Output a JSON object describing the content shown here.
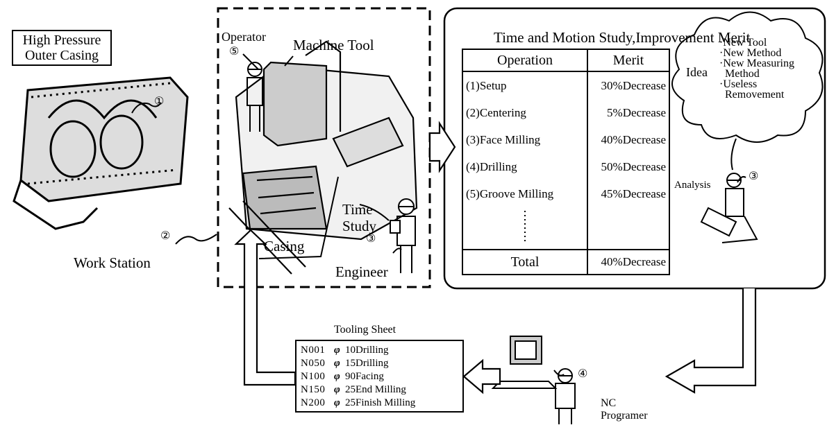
{
  "casing_title": [
    "High Pressure",
    "Outer Casing"
  ],
  "work_station": "Work Station",
  "machine": {
    "operator": "Operator",
    "machine_tool": "Machine Tool",
    "casing": "Casing",
    "time_study": [
      "Time",
      "Study"
    ],
    "engineer": "Engineer"
  },
  "study": {
    "title": "Time and Motion Study,Improvement Merit",
    "headers": [
      "Operation",
      "Merit"
    ],
    "rows": [
      {
        "op": "(1)Setup",
        "merit": "30%Decrease"
      },
      {
        "op": "(2)Centering",
        "merit": "5%Decrease"
      },
      {
        "op": "(3)Face Milling",
        "merit": "40%Decrease"
      },
      {
        "op": "(4)Drilling",
        "merit": "50%Decrease"
      },
      {
        "op": "(5)Groove Milling",
        "merit": "45%Decrease"
      }
    ],
    "total_label": "Total",
    "total_merit": "40%Decrease"
  },
  "idea": {
    "label": "Idea",
    "items": [
      "·New Tool",
      "·New Method",
      "·New Measuring",
      "Method",
      "·Useless",
      "Removement"
    ]
  },
  "analysis": "Analysis",
  "tooling": {
    "title": "Tooling Sheet",
    "phi": "φ",
    "rows": [
      {
        "code": "N001",
        "op": "10Drilling"
      },
      {
        "code": "N050",
        "op": "15Drilling"
      },
      {
        "code": "N100",
        "op": "90Facing"
      },
      {
        "code": "N150",
        "op": "25End Milling"
      },
      {
        "code": "N200",
        "op": "25Finish Milling"
      }
    ]
  },
  "nc": [
    "NC",
    "Programer"
  ],
  "numbers": {
    "n1": "①",
    "n2": "②",
    "n3": "③",
    "n4": "④",
    "n5": "⑤"
  }
}
